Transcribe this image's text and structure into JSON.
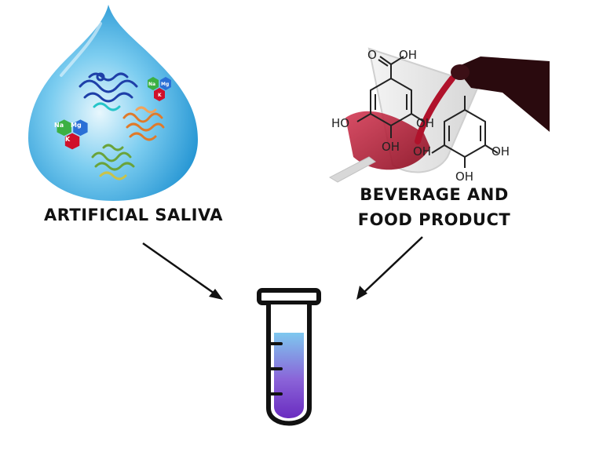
{
  "labels": {
    "saliva": "ARTIFICIAL SALIVA",
    "beverage_line1": "BEVERAGE AND",
    "beverage_line2": "FOOD PRODUCT"
  },
  "ions": {
    "na": "Na",
    "mg": "Mg",
    "k": "K"
  },
  "molecule": {
    "carboxyl": "O",
    "carboxyl_oh": "OH",
    "oh": "OH",
    "ho_left": "HO",
    "oh_lower": "OH"
  },
  "colors": {
    "drop_light": "#d9f1fb",
    "drop_dark": "#1b8fd0",
    "wine": "#b0122b",
    "bottle": "#2a0a0e",
    "tube_liquid_top": "#7ec8ef",
    "tube_liquid_bottom": "#6a2cc0",
    "na": "#3cb043",
    "mg": "#2a6fd6",
    "k": "#d0102a"
  }
}
